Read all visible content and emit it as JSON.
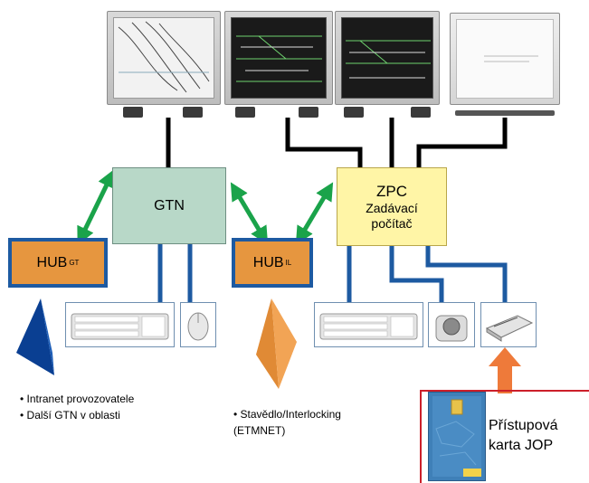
{
  "boxes": {
    "gtn": "GTN",
    "zpc_title": "ZPC",
    "zpc_line1": "Zadávací",
    "zpc_line2": "počítač"
  },
  "hubs": {
    "gt": {
      "label": "HUB",
      "sub": "GT"
    },
    "il": {
      "label": "HUB",
      "sub": "IL"
    }
  },
  "notes": {
    "left": [
      "• Intranet provozovatele",
      "• Další GTN v oblasti"
    ],
    "middle": [
      "• Stavědlo/Interlocking",
      "(ETMNET)"
    ]
  },
  "card": {
    "line1": "Přístupová",
    "line2": "karta JOP"
  },
  "colors": {
    "gtn_fill": "#b8d8c8",
    "zpc_fill": "#fff5a6",
    "hub_fill": "#e6963f",
    "hub_border": "#1d5aa1",
    "network_line": "#1d5aa1",
    "monitor_cable": "#000000",
    "arrow_green": "#1aa34a",
    "arrow_orange": "#ee7a3a",
    "card_frame": "#cc1f2a"
  },
  "icons": [
    "monitor",
    "keyboard-icon",
    "mouse-icon",
    "trackball-icon",
    "card-reader-icon",
    "access-card-icon"
  ]
}
